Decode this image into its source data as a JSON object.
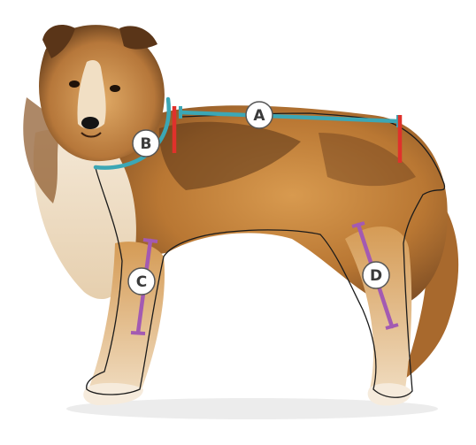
{
  "colors": {
    "fur_base": "#c9883f",
    "fur_dark": "#3b2412",
    "fur_light": "#f2e3cc",
    "outline": "#1a1a1a",
    "teal": "#3ca7b5",
    "red": "#e0312b",
    "purple": "#a35ab2",
    "badge_fill": "#ffffff",
    "badge_stroke": "#555555"
  },
  "measurements": [
    {
      "label": "A",
      "color_key": "teal"
    },
    {
      "label": "B",
      "color_key": "teal"
    },
    {
      "label": "C",
      "color_key": "purple"
    },
    {
      "label": "D",
      "color_key": "purple"
    }
  ],
  "icons": {
    "subject": "dog-illustration"
  }
}
